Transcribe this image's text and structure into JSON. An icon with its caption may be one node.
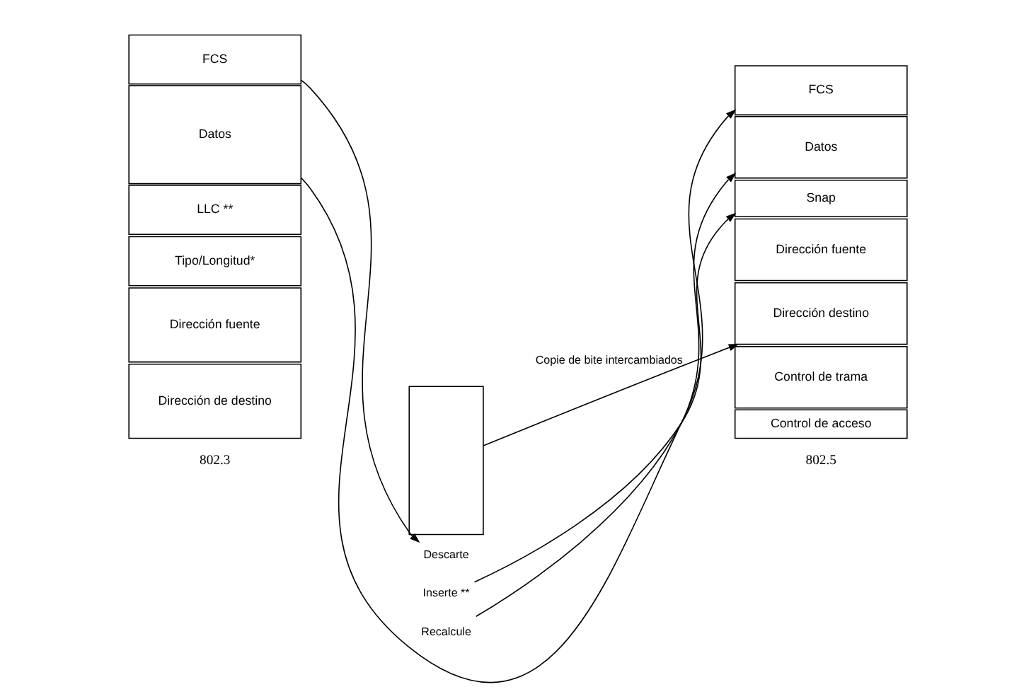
{
  "diagram": {
    "nodes": [
      {
        "text": [
          "Dirección de destino"
        ]
      },
      {
        "text": [
          "Dirección fuente"
        ]
      },
      {
        "text": [
          "Tipo/Longitud*"
        ]
      },
      {
        "text": [
          "LLC **"
        ]
      },
      {
        "text": [
          "Datos"
        ]
      },
      {
        "text": [
          "FCS"
        ]
      },
      {
        "text": [],
        "shape": "bracket"
      },
      {
        "text": [
          "Control de acceso"
        ]
      },
      {
        "text": [
          "Control de trama"
        ]
      },
      {
        "text": [
          "Dirección destino"
        ]
      },
      {
        "text": [
          "Dirección fuente"
        ]
      },
      {
        "text": [
          "Snap"
        ]
      },
      {
        "text": [
          "Datos"
        ]
      },
      {
        "text": [
          "FCS"
        ]
      },
      {
        "text": [
          "Descarte"
        ]
      },
      {
        "text": [
          "Inserte **"
        ]
      },
      {
        "text": [
          "Recalcule"
        ]
      }
    ],
    "edges": [
      {
        "from": 6,
        "to": 9,
        "arrow": "to",
        "label": "Copie de bite intercambiados"
      },
      {
        "from": 4,
        "to": 12,
        "arrow": "to"
      },
      {
        "from": 5,
        "to": 14,
        "arrow": "to"
      },
      {
        "from": 15,
        "to": 11,
        "arrow": "to"
      },
      {
        "from": 16,
        "to": 13,
        "arrow": "to"
      }
    ],
    "labels": [
      "802.3",
      "802.5"
    ]
  }
}
